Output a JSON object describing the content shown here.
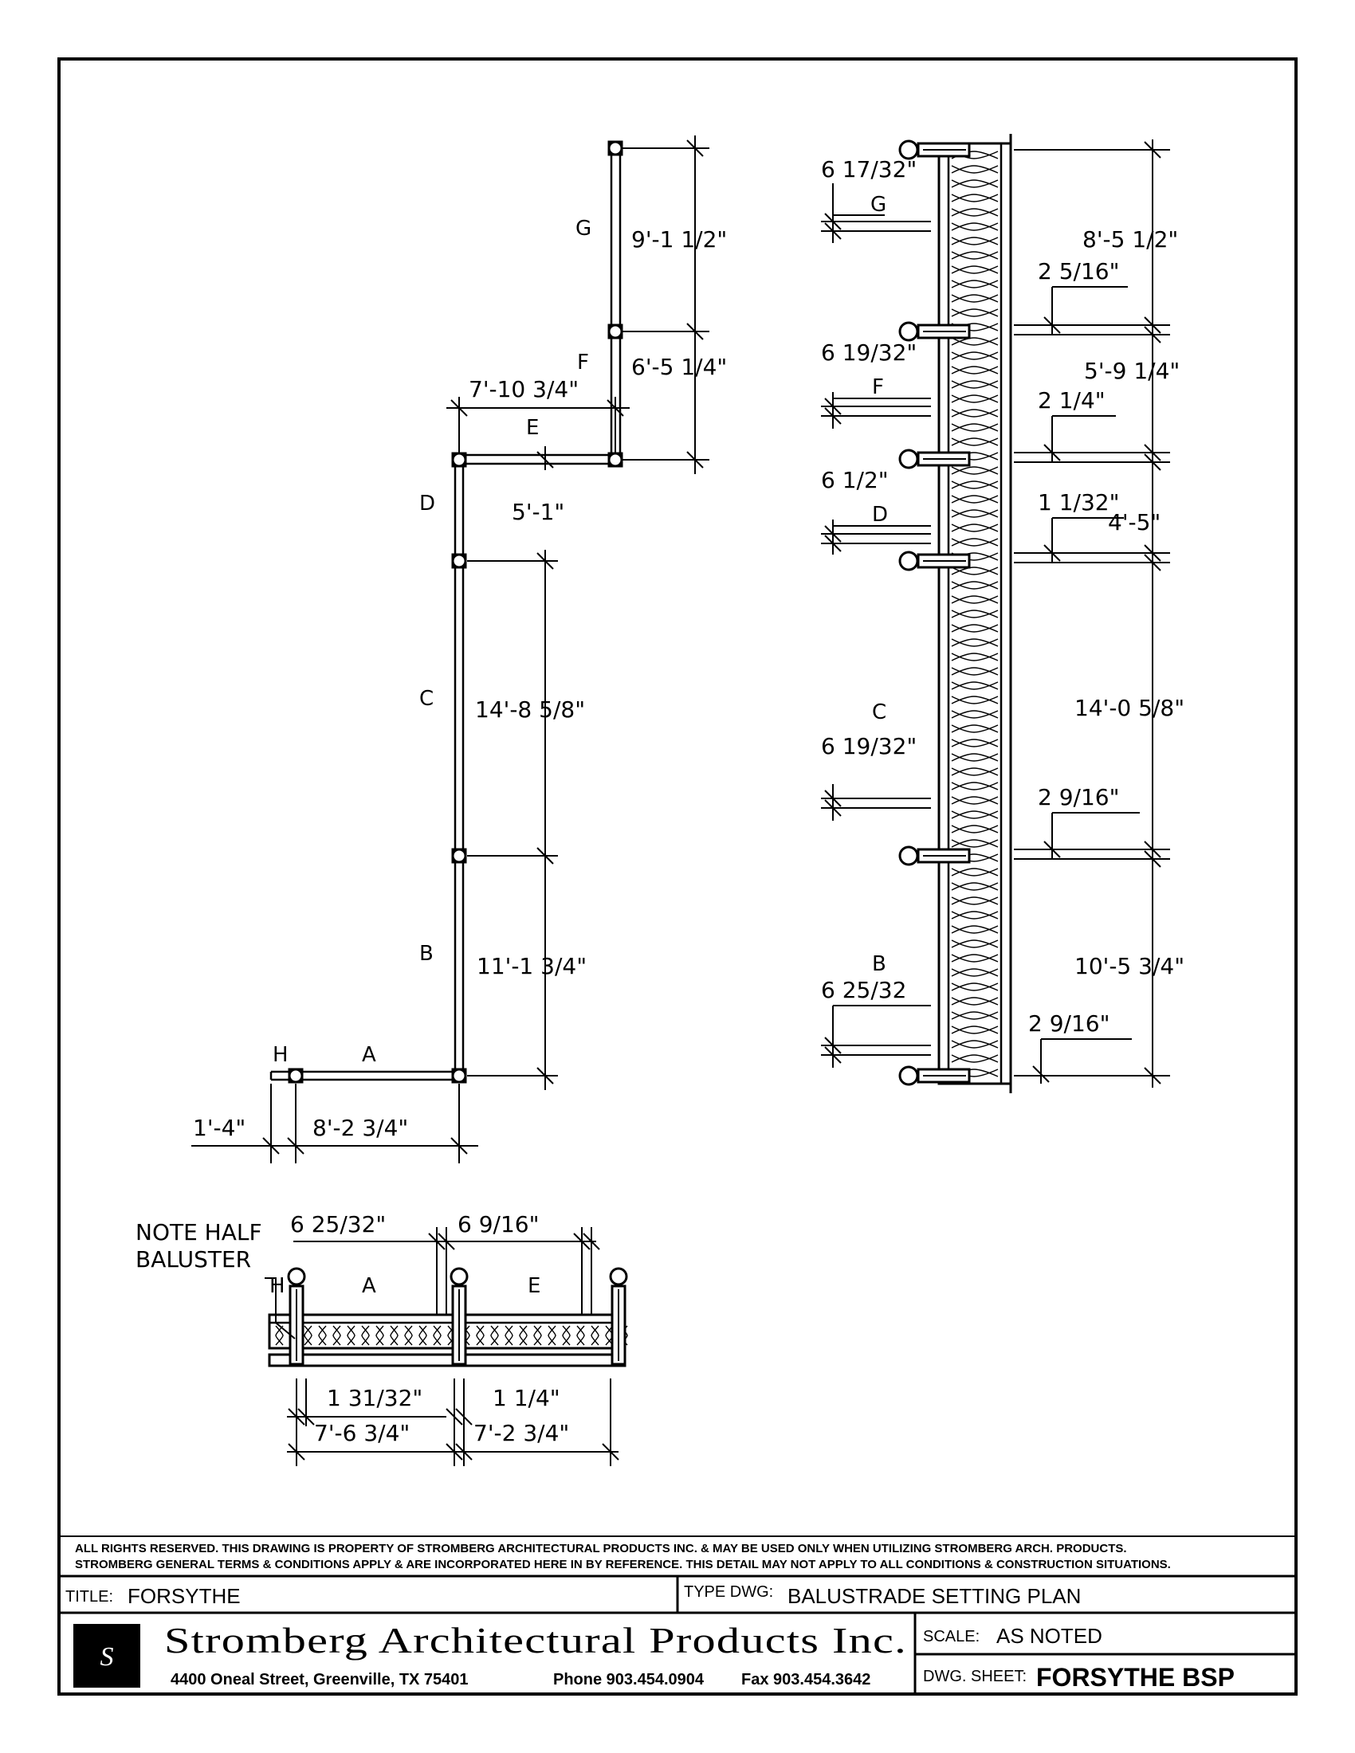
{
  "plan": {
    "labels": {
      "a": "A",
      "b": "B",
      "c": "C",
      "d": "D",
      "e": "E",
      "f": "F",
      "g": "G",
      "h": "H"
    },
    "dims": {
      "g": "9'-1 1/2\"",
      "f": "6'-5 1/4\"",
      "e_top": "7'-10 3/4\"",
      "e_bot": "5'-1\"",
      "c": "14'-8 5/8\"",
      "b": "11'-1 3/4\"",
      "h": "1'-4\"",
      "a": "8'-2 3/4\""
    }
  },
  "elevation": {
    "labels": {
      "g": "G",
      "f": "F",
      "d": "D",
      "c": "C",
      "b": "B"
    },
    "left_dims": {
      "g": "6 17/32\"",
      "f": "6 19/32\"",
      "d": "6 1/2\"",
      "c": "6 19/32\"",
      "b": "6 25/32"
    },
    "right_dims": {
      "g_total": "8'-5 1/2\"",
      "g_gap": "2 5/16\"",
      "f_total": "5'-9 1/4\"",
      "f_gap": "2 1/4\"",
      "d_gap": "1 1/32\"",
      "d_total": "4'-5\"",
      "c_total": "14'-0 5/8\"",
      "c_gap": "2 9/16\"",
      "b_total": "10'-5 3/4\"",
      "b_gap": "2 9/16\""
    }
  },
  "section": {
    "note_line1": "NOTE HALF",
    "note_line2": "BALUSTER",
    "labels": {
      "h": "H",
      "a": "A",
      "e": "E"
    },
    "top_dims": {
      "a": "6 25/32\"",
      "e": "6 9/16\""
    },
    "bottom_dims": {
      "a_gap": "1 31/32\"",
      "e_gap": "1 1/4\"",
      "a_total": "7'-6 3/4\"",
      "e_total": "7'-2 3/4\""
    }
  },
  "titleblock": {
    "rights_line1": "ALL RIGHTS RESERVED. THIS DRAWING IS PROPERTY OF STROMBERG ARCHITECTURAL PRODUCTS INC. & MAY BE USED ONLY WHEN UTILIZING STROMBERG ARCH. PRODUCTS.",
    "rights_line2": "STROMBERG GENERAL TERMS & CONDITIONS APPLY & ARE INCORPORATED HERE IN BY REFERENCE. THIS DETAIL MAY NOT APPLY TO ALL CONDITIONS & CONSTRUCTION SITUATIONS.",
    "title_label": "TITLE:",
    "title_value": "FORSYTHE",
    "type_label": "TYPE DWG:",
    "type_value": "BALUSTRADE SETTING PLAN",
    "company": "Stromberg Architectural Products Inc.",
    "address": "4400 Oneal Street, Greenville, TX  75401",
    "phone": "Phone 903.454.0904",
    "fax": "Fax 903.454.3642",
    "scale_label": "SCALE:",
    "scale_value": "AS NOTED",
    "sheet_label": "DWG. SHEET:",
    "sheet_value": "FORSYTHE BSP",
    "logo_glyph": "S"
  }
}
